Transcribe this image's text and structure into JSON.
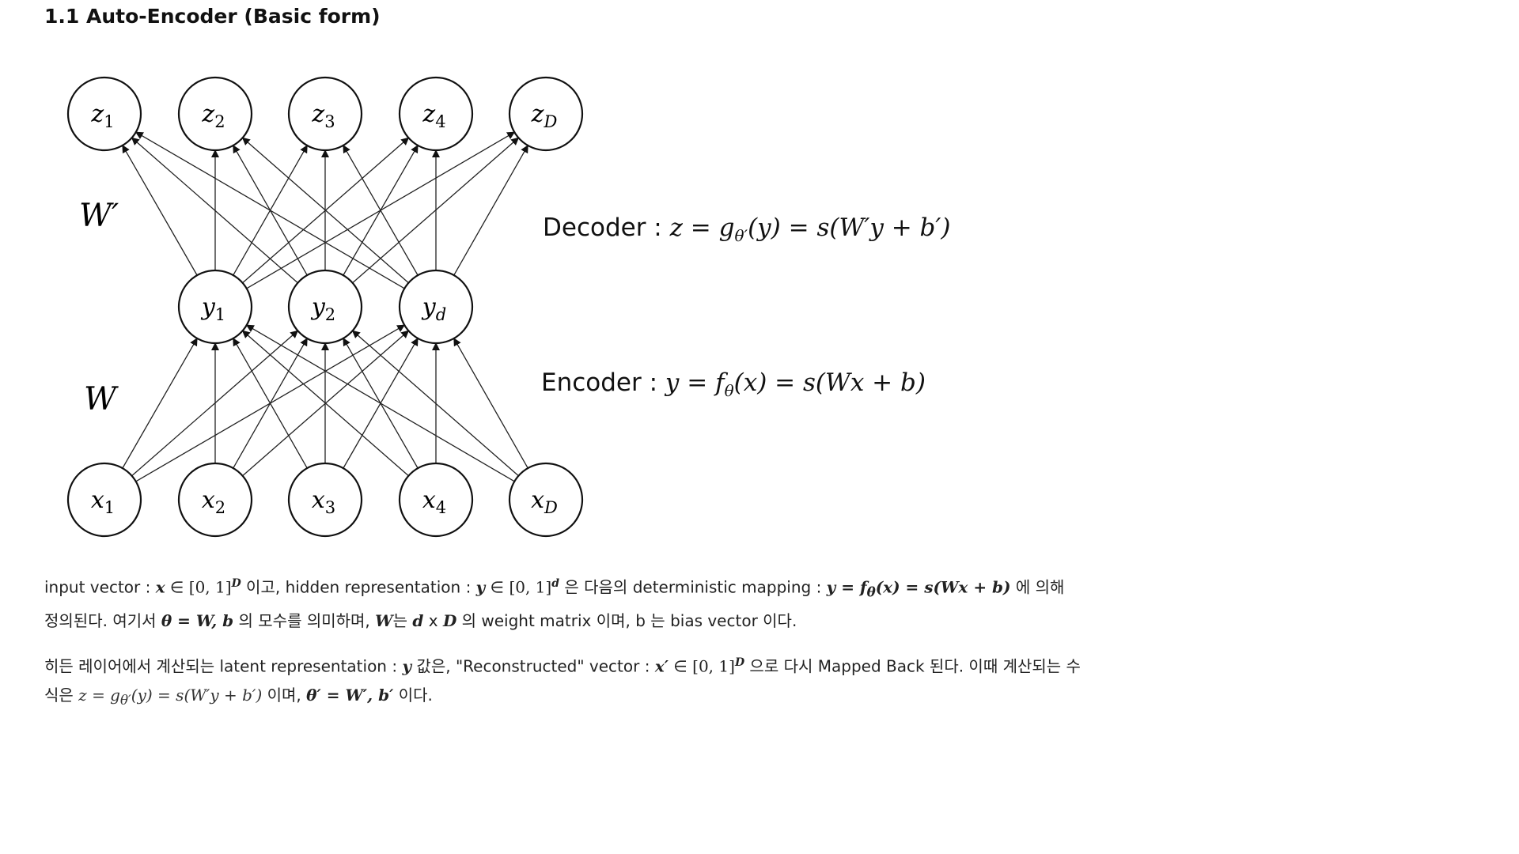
{
  "heading": "1.1 Auto-Encoder (Basic form)",
  "diagram": {
    "output_nodes": [
      {
        "base": "z",
        "sub": "1"
      },
      {
        "base": "z",
        "sub": "2"
      },
      {
        "base": "z",
        "sub": "3"
      },
      {
        "base": "z",
        "sub": "4"
      },
      {
        "base": "z",
        "sub": "D"
      }
    ],
    "hidden_nodes": [
      {
        "base": "y",
        "sub": "1"
      },
      {
        "base": "y",
        "sub": "2"
      },
      {
        "base": "y",
        "sub": "d"
      }
    ],
    "input_nodes": [
      {
        "base": "x",
        "sub": "1"
      },
      {
        "base": "x",
        "sub": "2"
      },
      {
        "base": "x",
        "sub": "3"
      },
      {
        "base": "x",
        "sub": "4"
      },
      {
        "base": "x",
        "sub": "D"
      }
    ],
    "decoder_weight_label": "W′",
    "encoder_weight_label": "W"
  },
  "equations": {
    "decoder_label": "Decoder :",
    "decoder_formula": "z = g",
    "decoder_formula_sub": "θ′",
    "decoder_formula_rest": "(y) =  s(W′y + b′)",
    "encoder_label": "Encoder :",
    "encoder_formula": "y = f",
    "encoder_formula_sub": "θ",
    "encoder_formula_rest": "(x) = s(Wx + b)"
  },
  "paragraph1": {
    "t1": "input vector : ",
    "m1": "x",
    "t2": " ∈ ",
    "m2": "[0, 1]",
    "sup1": "D",
    "t3": " 이고, hidden representation : ",
    "m3": "y",
    "t4": " ∈ ",
    "m4": "[0, 1]",
    "sup2": "d",
    "t5": " 은 다음의 deterministic mapping : ",
    "m5": "y = f",
    "m5sub": "θ",
    "m5rest": "(x) = s(Wx + b)",
    "t6": " 에 의해 정의된다. 여기서 ",
    "m6": "θ = W, b",
    "t7": " 의 모수를 의미하며, ",
    "m7": "W",
    "t8": "는 ",
    "m8": "d",
    "t9": " x ",
    "m9": "D",
    "t10": " 의 weight matrix 이며, b 는 bias vector 이다."
  },
  "paragraph2": {
    "t1": "히든 레이어에서 계산되는 latent representation : ",
    "m1": "y",
    "t2": " 값은, \"Reconstructed\" vector : ",
    "m2": "x′",
    "t3": " ∈ ",
    "m3": "[0, 1]",
    "sup1": "D",
    "t4": " 으로 다시 Mapped Back 된다. 이때 계산되는 수식은 ",
    "m4": "z = g",
    "m4sub": "θ′",
    "m4rest": "(y) = s(W′y + b′)",
    "t5": " 이며, ",
    "m5": "θ′ = W′, b′",
    "t6": " 이다."
  }
}
